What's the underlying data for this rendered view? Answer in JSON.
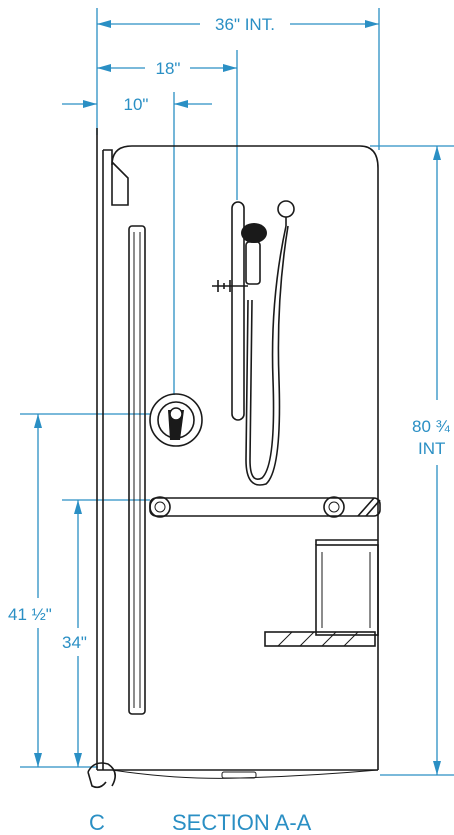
{
  "dimensions": {
    "width_36": "36\" INT.",
    "width_18": "18\"",
    "width_10": "10\"",
    "height_80_line1": "80 ¾",
    "height_80_line2": "INT",
    "height_41": "41 ½\"",
    "height_34": "34\""
  },
  "labels": {
    "section": "SECTION A-A",
    "callout": "C"
  },
  "colors": {
    "dimension": "#2a8fc4",
    "linework": "#1a1a1a"
  }
}
